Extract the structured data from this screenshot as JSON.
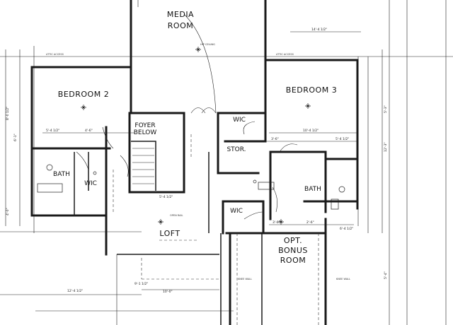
{
  "rooms": {
    "media_room_line1": "MEDIA",
    "media_room_line2": "ROOM",
    "bedroom2": "BEDROOM 2",
    "bedroom3": "BEDROOM 3",
    "foyer_line1": "FOYER",
    "foyer_line2": "BELOW",
    "wic_left": "WIC",
    "wic_top": "WIC",
    "wic_mid": "WIC",
    "stor": "STOR.",
    "bath_left": "BATH",
    "bath_right": "BATH",
    "loft": "LOFT",
    "opt_line1": "OPT.",
    "opt_line2": "BONUS",
    "opt_line3": "ROOM"
  },
  "dimensions": {
    "d1": "14'-4 1/2\"",
    "d2": "10'-4 1/2\"",
    "d3": "5'-4 1/2\"",
    "d4": "4'-6\"",
    "d5": "3'-6\"",
    "d6": "5'-4 1/2\"",
    "d7": "5'-4 1/2\"",
    "d8": "9'-1 1/2\"",
    "d9": "12'-4 1/2\"",
    "d10": "10'-0\"",
    "d11": "2'-6\"",
    "d12": "3'-6\"",
    "d13": "6'-4 1/2\"",
    "d14": "4'-0\"",
    "d15": "8'-0 1/2\"",
    "d16": "6'-1\"",
    "d17": "5'-4\"",
    "d18": "12'-3\"",
    "d19": "5'-3\""
  },
  "notes": {
    "attic_access": "ATTIC ACCESS",
    "open_rail": "OPEN RAIL",
    "hip_ceiling": "HIP CEILING",
    "knee_wall": "KNEE WALL"
  }
}
